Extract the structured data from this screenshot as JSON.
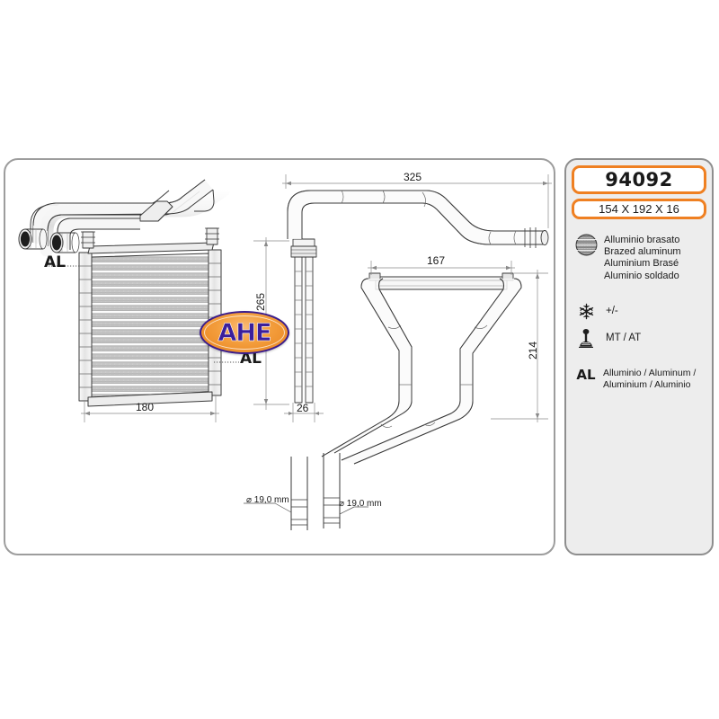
{
  "product": {
    "part_number": "94092",
    "dimensions": "154 X 192 X 16"
  },
  "spec_panel": {
    "material": {
      "icon": "brazed-core-icon",
      "lines": [
        "Alluminio brasato",
        "Brazed aluminum",
        "Aluminium Brasé",
        "Aluminio soldado"
      ]
    },
    "air_conditioning": {
      "icon": "snowflake-icon",
      "value": "+/-"
    },
    "transmission": {
      "icon": "gear-shift-icon",
      "value": "MT / AT"
    },
    "material_code": {
      "badge": "AL",
      "lines": [
        "Alluminio  / Aluminum /",
        "Aluminium / Aluminio"
      ]
    }
  },
  "drawing": {
    "logo_text": "AHE",
    "labels": {
      "al_top": "AL",
      "al_bottom": "AL"
    },
    "dimensions": {
      "core_width": "180",
      "overall_width": "325",
      "core_height": "265",
      "overall_height": "214",
      "tank_spacing": "167",
      "core_depth": "26",
      "inlet_diameter": "⌀ 19,0 mm",
      "outlet_diameter": "⌀ 19,0 mm"
    }
  },
  "colors": {
    "accent_orange": "#ef8022",
    "logo_purple": "#3b1f9b",
    "panel_border": "#9d9d9d",
    "panel_fill": "#ededed"
  }
}
